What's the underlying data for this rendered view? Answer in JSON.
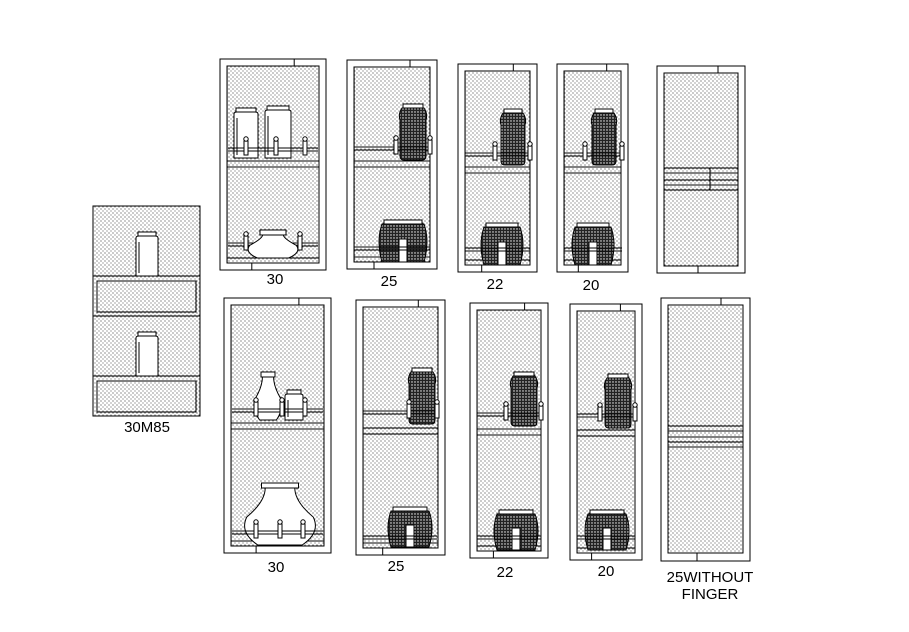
{
  "labels": {
    "unit_30m85": "30M85",
    "top_30": "30",
    "top_25": "25",
    "top_22": "22",
    "top_20": "20",
    "bot_30": "30",
    "bot_25": "25",
    "bot_22": "22",
    "bot_20": "20",
    "bot_25wf_line1": "25WITHOUT",
    "bot_25wf_line2": "FINGER"
  }
}
